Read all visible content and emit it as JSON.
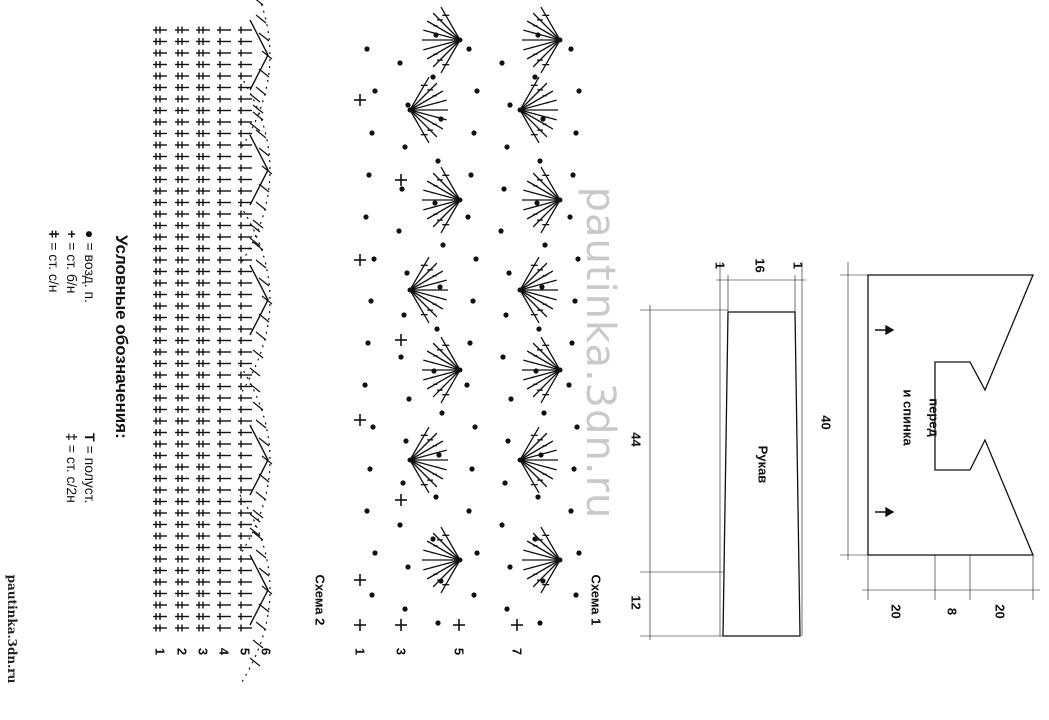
{
  "watermark": "pautinka.3dn.ru",
  "corner_watermark": "pautinka.3dn.ru",
  "schemes": {
    "scheme1_label": "Схема 1",
    "scheme2_label": "Схема 2",
    "scheme1_rows": [
      "1",
      "3",
      "5",
      "7"
    ],
    "scheme2_rows": [
      "1",
      "2",
      "3",
      "4",
      "5",
      "6"
    ]
  },
  "legend": {
    "title": "Условные обозначения:",
    "items": [
      {
        "symbol": "●",
        "text": "= возд. п."
      },
      {
        "symbol": "+",
        "text": "= ст. б/н"
      },
      {
        "symbol": "ǂ",
        "text": "= ст. с/н"
      },
      {
        "symbol": "T",
        "text": "= полуст."
      },
      {
        "symbol": "‡",
        "text": "= ст. с/2н"
      }
    ]
  },
  "sleeve": {
    "label": "Рукав",
    "dims": {
      "width": "16",
      "edge_left": "1",
      "edge_right": "1",
      "length": "44",
      "cuff": "12"
    }
  },
  "body": {
    "label_line1": "перед",
    "label_line2": "и спинка",
    "dims": {
      "height": "40",
      "left": "20",
      "middle": "8",
      "right": "20"
    }
  }
}
